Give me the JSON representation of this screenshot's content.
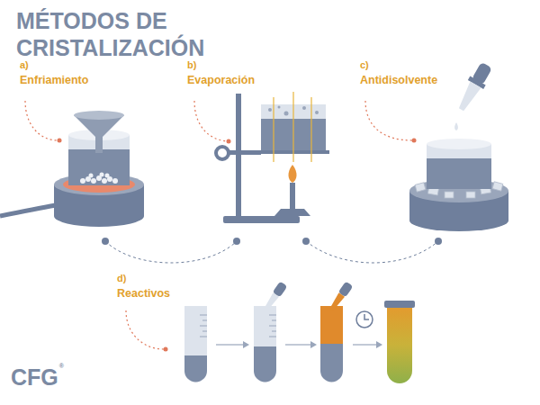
{
  "diagram": {
    "title": "MÉTODOS DE CRISTALIZACIÓN",
    "labels": [
      "a)",
      "Enfriamiento",
      "b)",
      "Evaporación",
      "c)",
      "Antidisolvente",
      "d)",
      "Reactivos",
      "CFG",
      "®"
    ]
  }
}
